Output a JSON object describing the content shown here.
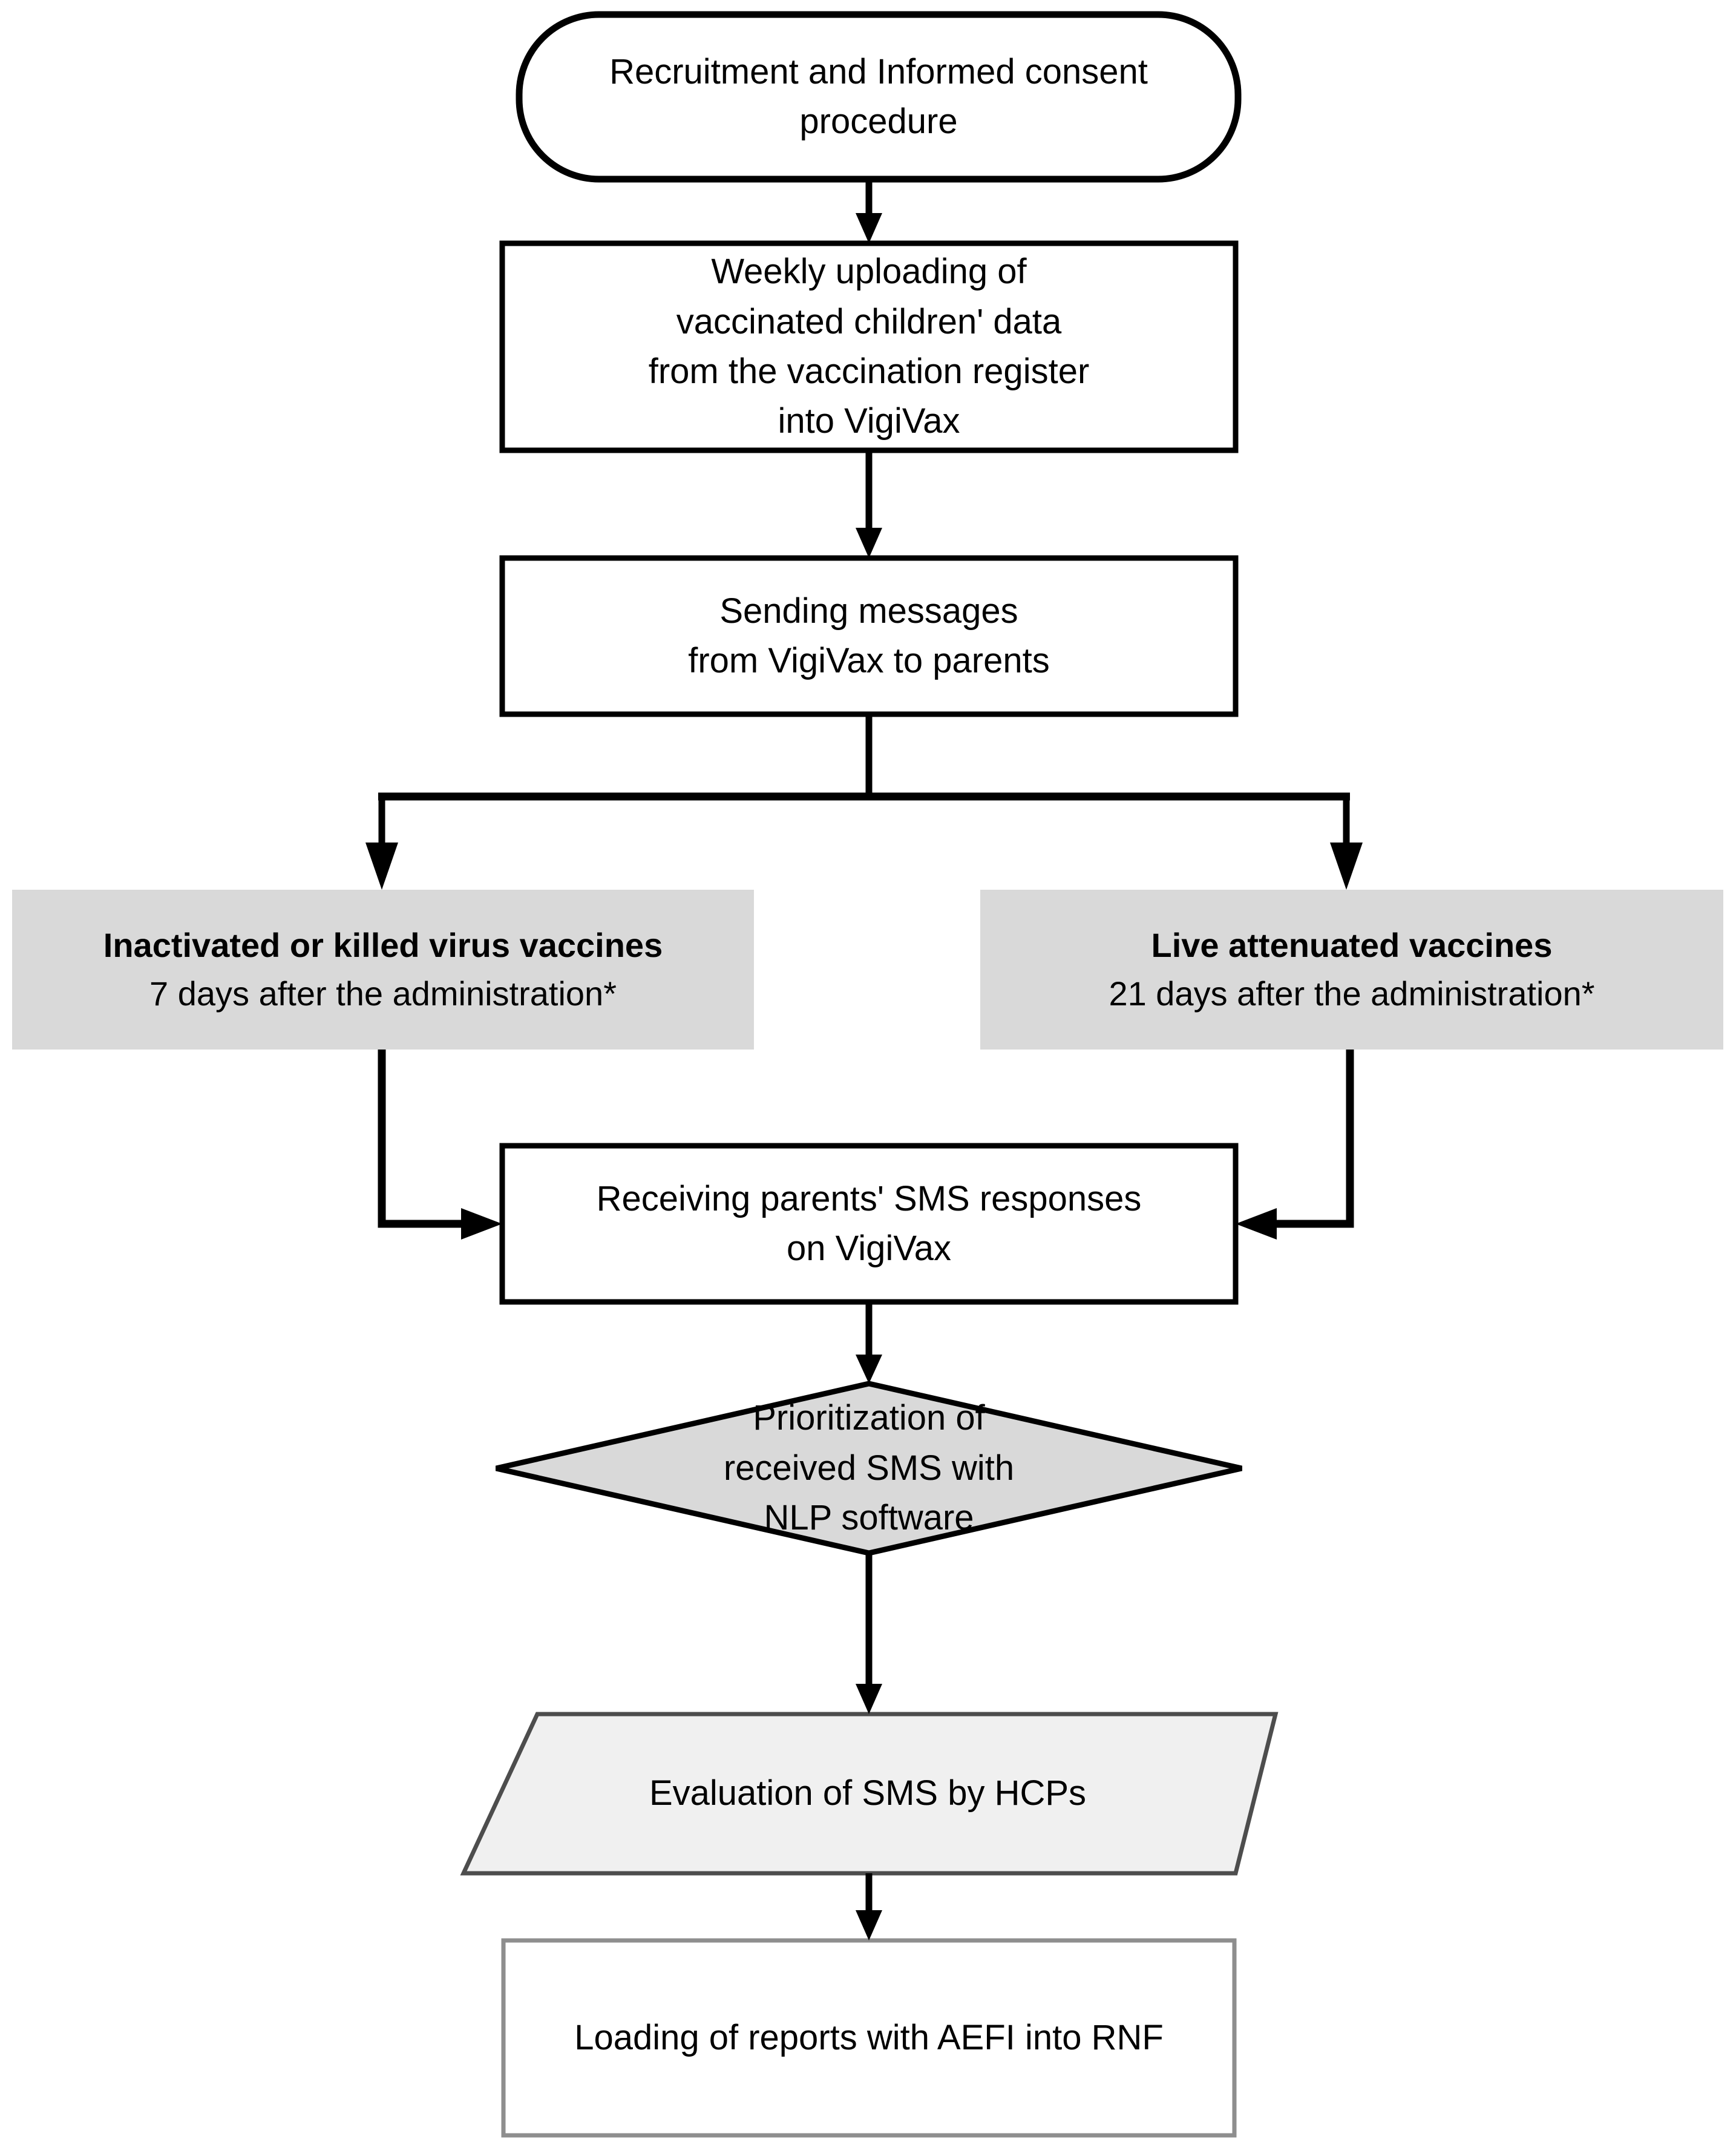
{
  "diagram": {
    "title": "VigiVax active vaccine safety surveillance workflow",
    "type": "flowchart",
    "orientation": "top-to-bottom",
    "colors": {
      "stroke": "#000000",
      "canvas": "#ffffff",
      "terminator_fill": "#ffffff",
      "process_fill": "#ffffff",
      "branch_fill": "#d9d9d9",
      "decision_fill": "#d9d9d9",
      "manual_fill": "#f0f0f0",
      "final_fill": "#ffffff",
      "final_stroke": "#9a9a9a"
    }
  },
  "nodes": {
    "recruitment": {
      "shape": "terminator",
      "lines": [
        "Recruitment and Informed consent",
        "procedure"
      ]
    },
    "weekly_upload": {
      "shape": "process",
      "lines": [
        "Weekly uploading of",
        "vaccinated children' data",
        "from the vaccination register",
        "into VigiVax"
      ]
    },
    "sending_messages": {
      "shape": "process",
      "lines": [
        "Sending messages",
        "from VigiVax to parents"
      ]
    },
    "inactivated_branch": {
      "shape": "branch",
      "heading": "Inactivated or killed virus vaccines",
      "detail": "7 days after the administration*"
    },
    "live_branch": {
      "shape": "branch",
      "heading": "Live attenuated vaccines",
      "detail": "21 days after the administration*"
    },
    "receiving_sms": {
      "shape": "process",
      "lines": [
        "Receiving parents' SMS responses",
        "on VigiVax"
      ]
    },
    "prioritization": {
      "shape": "decision",
      "lines": [
        "Prioritization of",
        "received SMS with",
        "NLP software"
      ]
    },
    "evaluation": {
      "shape": "manual-operation",
      "lines": [
        "Evaluation of SMS by HCPs"
      ]
    },
    "loading_reports": {
      "shape": "process",
      "lines": [
        "Loading of reports with AEFI into RNF"
      ]
    }
  },
  "edges": [
    {
      "from": "recruitment",
      "to": "weekly_upload",
      "style": "straight-arrow"
    },
    {
      "from": "weekly_upload",
      "to": "sending_messages",
      "style": "straight-arrow"
    },
    {
      "from": "sending_messages",
      "to": "inactivated_branch",
      "style": "split-left-arrow"
    },
    {
      "from": "sending_messages",
      "to": "live_branch",
      "style": "split-right-arrow"
    },
    {
      "from": "inactivated_branch",
      "to": "receiving_sms",
      "style": "elbow-right-arrow"
    },
    {
      "from": "live_branch",
      "to": "receiving_sms",
      "style": "elbow-left-arrow"
    },
    {
      "from": "receiving_sms",
      "to": "prioritization",
      "style": "straight-arrow"
    },
    {
      "from": "prioritization",
      "to": "evaluation",
      "style": "straight-arrow"
    },
    {
      "from": "evaluation",
      "to": "loading_reports",
      "style": "straight-arrow"
    }
  ]
}
